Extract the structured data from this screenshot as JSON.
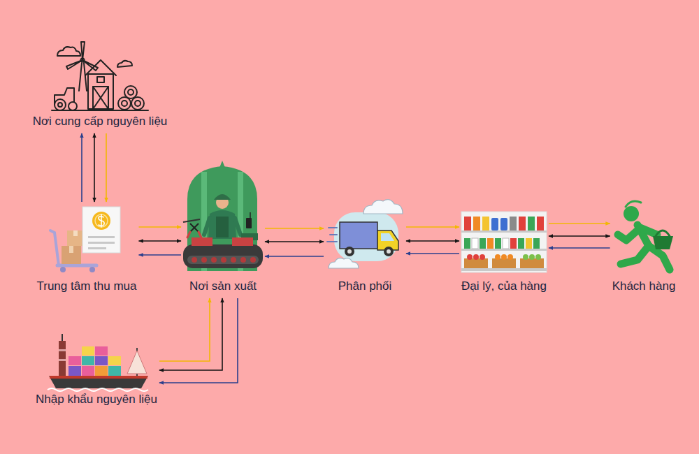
{
  "diagram": {
    "nodes": [
      {
        "text": [
          "Nơi cung cấp nguyên liệu"
        ]
      },
      {
        "text": [
          "Trung tâm thu mua"
        ]
      },
      {
        "text": [
          "Nơi sản xuất"
        ]
      },
      {
        "text": [
          "Phân phối"
        ]
      },
      {
        "text": [
          "Đại lý, của hàng"
        ]
      },
      {
        "text": [
          "Khách hàng"
        ]
      },
      {
        "text": [
          "Nhập khẩu nguyên liệu"
        ]
      }
    ],
    "edges": [
      {
        "from": 0,
        "to": 1,
        "arrow": "to"
      },
      {
        "from": 0,
        "to": 1,
        "arrow": "both"
      },
      {
        "from": 1,
        "to": 0,
        "arrow": "to"
      },
      {
        "from": 1,
        "to": 2,
        "arrow": "to"
      },
      {
        "from": 1,
        "to": 2,
        "arrow": "both"
      },
      {
        "from": 2,
        "to": 1,
        "arrow": "to"
      },
      {
        "from": 2,
        "to": 3,
        "arrow": "to"
      },
      {
        "from": 2,
        "to": 3,
        "arrow": "both"
      },
      {
        "from": 3,
        "to": 2,
        "arrow": "to"
      },
      {
        "from": 3,
        "to": 4,
        "arrow": "to"
      },
      {
        "from": 3,
        "to": 4,
        "arrow": "both"
      },
      {
        "from": 4,
        "to": 3,
        "arrow": "to"
      },
      {
        "from": 4,
        "to": 5,
        "arrow": "to"
      },
      {
        "from": 4,
        "to": 5,
        "arrow": "both"
      },
      {
        "from": 5,
        "to": 4,
        "arrow": "to"
      },
      {
        "from": 6,
        "to": 2,
        "arrow": "to"
      },
      {
        "from": 6,
        "to": 2,
        "arrow": "both"
      },
      {
        "from": 2,
        "to": 6,
        "arrow": "to"
      }
    ]
  }
}
